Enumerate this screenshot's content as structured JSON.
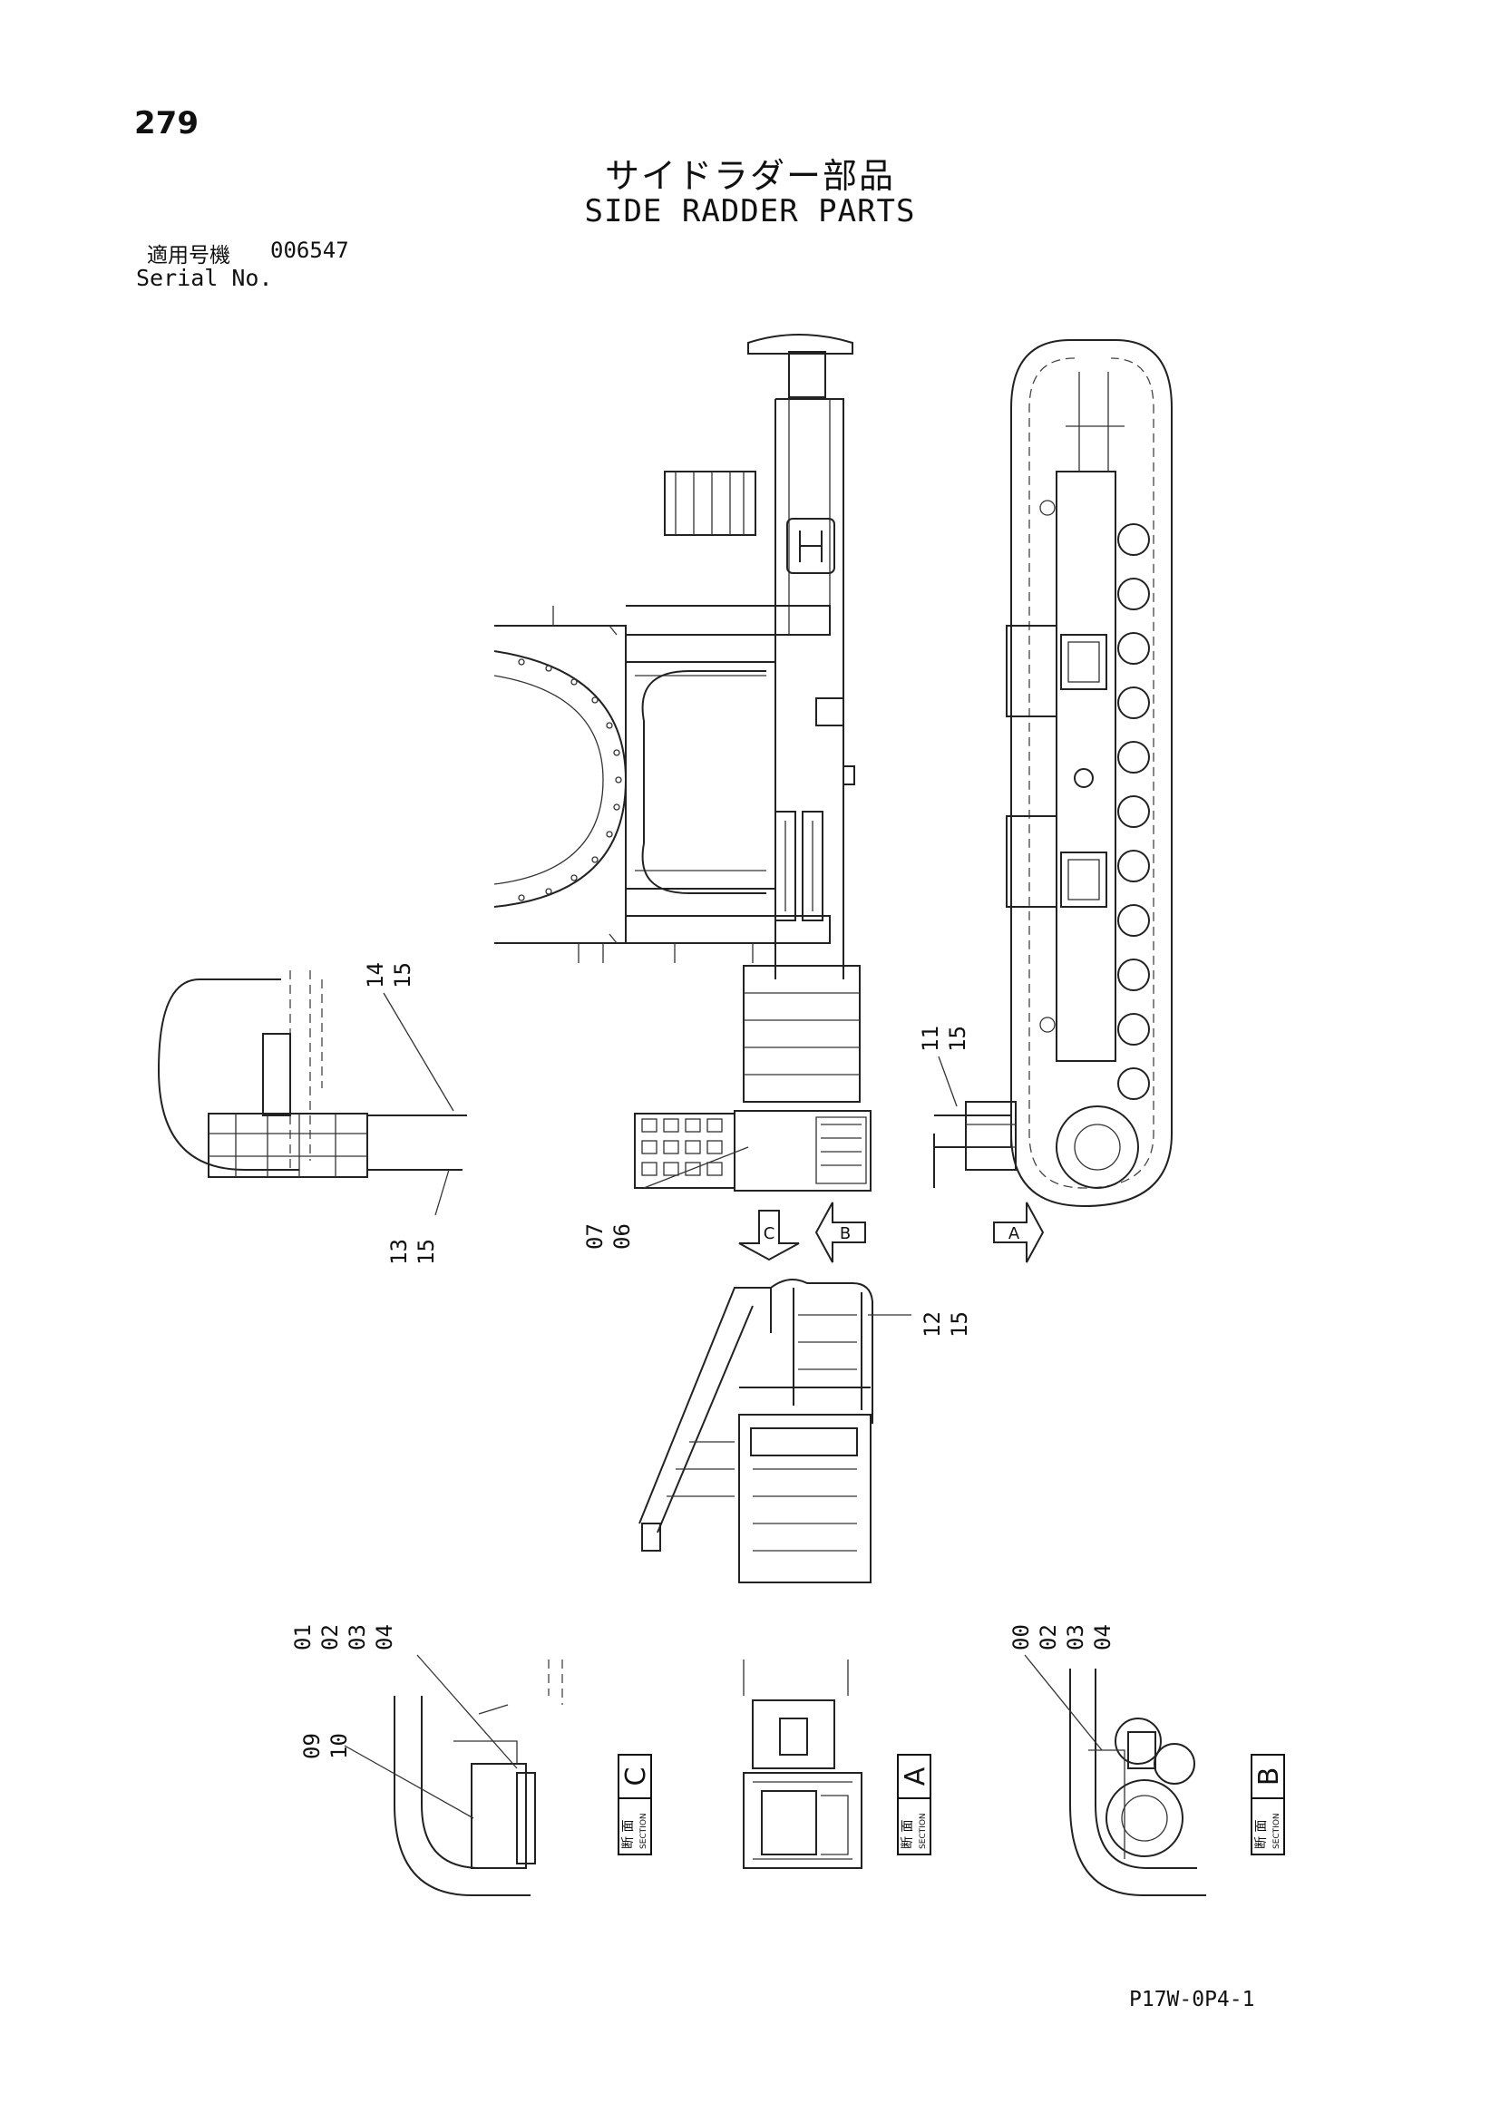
{
  "page_number": "279",
  "title_ja": "サイドラダー部品",
  "title_en": "SIDE RADDER PARTS",
  "serial": {
    "label_ja": "適用号機",
    "value": "006547",
    "label_en": "Serial No."
  },
  "doc_code": "P17W-0P4-1",
  "callouts": {
    "c14_15": [
      "14",
      "15"
    ],
    "c13_15": [
      "13",
      "15"
    ],
    "c11_15": [
      "11",
      "15"
    ],
    "c07_06": [
      "07",
      "06"
    ],
    "c12_15": [
      "12",
      "15"
    ],
    "c01_04": [
      "01",
      "02",
      "03",
      "04"
    ],
    "c09_10": [
      "09",
      "10"
    ],
    "c00_04": [
      "00",
      "02",
      "03",
      "04"
    ]
  },
  "view_arrows": {
    "c": "C",
    "b": "B",
    "a": "A"
  },
  "sections": {
    "c": {
      "letter": "C",
      "ja": "断 面",
      "en": "SECTION"
    },
    "a": {
      "letter": "A",
      "ja": "断 面",
      "en": "SECTION"
    },
    "b": {
      "letter": "B",
      "ja": "断 面",
      "en": "SECTION"
    }
  }
}
